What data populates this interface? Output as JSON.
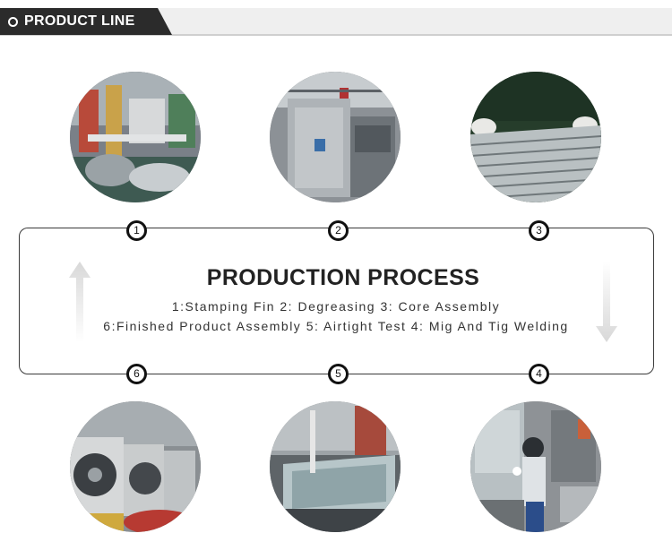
{
  "header": {
    "title": "PRODUCT LINE"
  },
  "process": {
    "title": "PRODUCTION PROCESS",
    "line1": "1:Stamping Fin  2: Degreasing  3: Core Assembly",
    "line2": "6:Finished Product Assembly  5: Airtight Test  4: Mig And Tig Welding"
  },
  "badges": {
    "b1": "1",
    "b2": "2",
    "b3": "3",
    "b4": "4",
    "b5": "5",
    "b6": "6"
  }
}
